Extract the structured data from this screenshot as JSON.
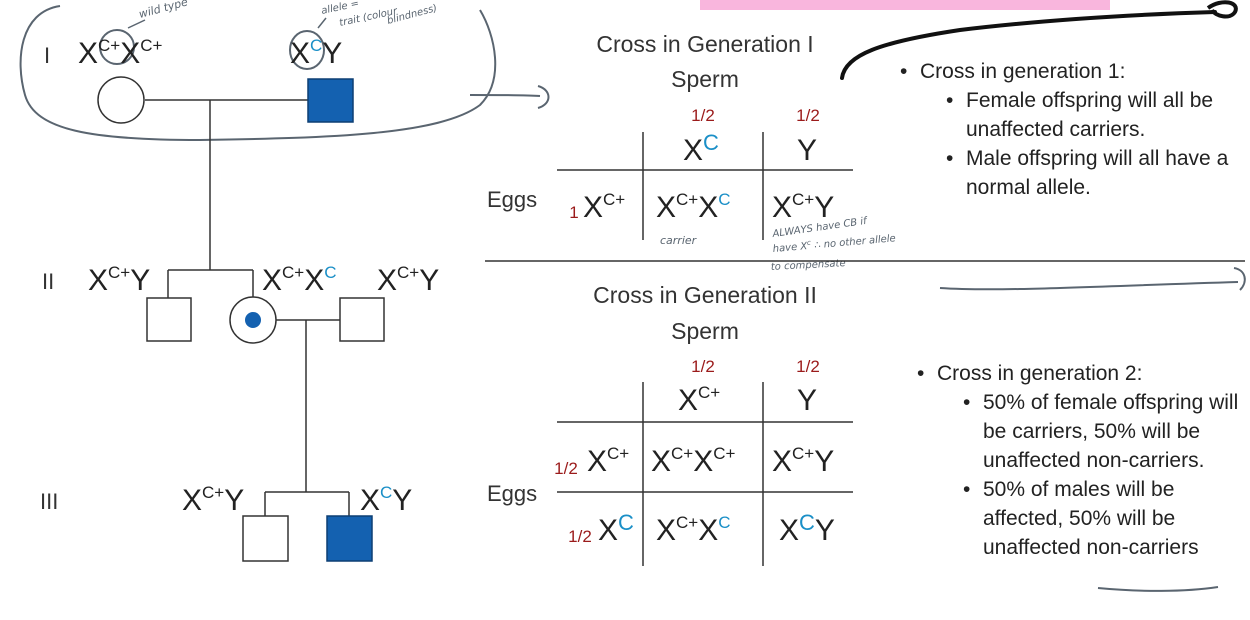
{
  "pedigree": {
    "generations": [
      "I",
      "II",
      "III"
    ],
    "genotypes": {
      "gen1_female": [
        "X",
        "C+",
        "X",
        "C+"
      ],
      "gen1_male": [
        "X",
        "C",
        "Y"
      ],
      "gen2_left_male": [
        "X",
        "C+",
        "Y"
      ],
      "gen2_carrier_female": [
        "X",
        "C+",
        "X",
        "C"
      ],
      "gen2_right_male": [
        "X",
        "C+",
        "Y"
      ],
      "gen3_left_male": [
        "X",
        "C+",
        "Y"
      ],
      "gen3_affected_male": [
        "X",
        "C",
        "Y"
      ]
    },
    "annotations": {
      "wild_type": "wild type",
      "allele_note_1": "allele =",
      "allele_note_2": "trait (colour",
      "allele_note_3": "blindness)"
    }
  },
  "cross1": {
    "title": "Cross in Generation I",
    "sperm_label": "Sperm",
    "eggs_label": "Eggs",
    "sperm_fracs": [
      "1/2",
      "1/2"
    ],
    "sperm_headers": [
      [
        "X",
        "C"
      ],
      [
        "Y"
      ]
    ],
    "egg_frac": "1",
    "egg_row": [
      "X",
      "C+"
    ],
    "cells": [
      [
        "X",
        "C+",
        "X",
        "C"
      ],
      [
        "X",
        "C+",
        "Y"
      ]
    ],
    "notes": {
      "carrier": "carrier",
      "always_1": "ALWAYS have CB if",
      "always_2": "have X",
      "always_2b": "c",
      "always_2c": " ∴ no other allele",
      "always_3": "to compensate"
    }
  },
  "cross2": {
    "title": "Cross in Generation II",
    "sperm_label": "Sperm",
    "eggs_label": "Eggs",
    "sperm_fracs": [
      "1/2",
      "1/2"
    ],
    "egg_fracs": [
      "1/2",
      "1/2"
    ]
  },
  "notes": {
    "gen1": {
      "heading": "Cross in generation 1:",
      "items": [
        "Female offspring will all be unaffected carriers.",
        "Male offspring will all have a normal allele."
      ]
    },
    "gen2": {
      "heading": "Cross in generation 2:",
      "items": [
        "50% of female offspring will be carriers, 50% will be unaffected non-carriers.",
        "50% of males will be affected, 50% will be unaffected non-carriers"
      ]
    }
  },
  "colors": {
    "affected": "#1461b0",
    "allele_c": "#1a8fc7",
    "fraction": "#9b1b1b",
    "highlight": "#f9b6dd",
    "ink": "#5a6570"
  }
}
